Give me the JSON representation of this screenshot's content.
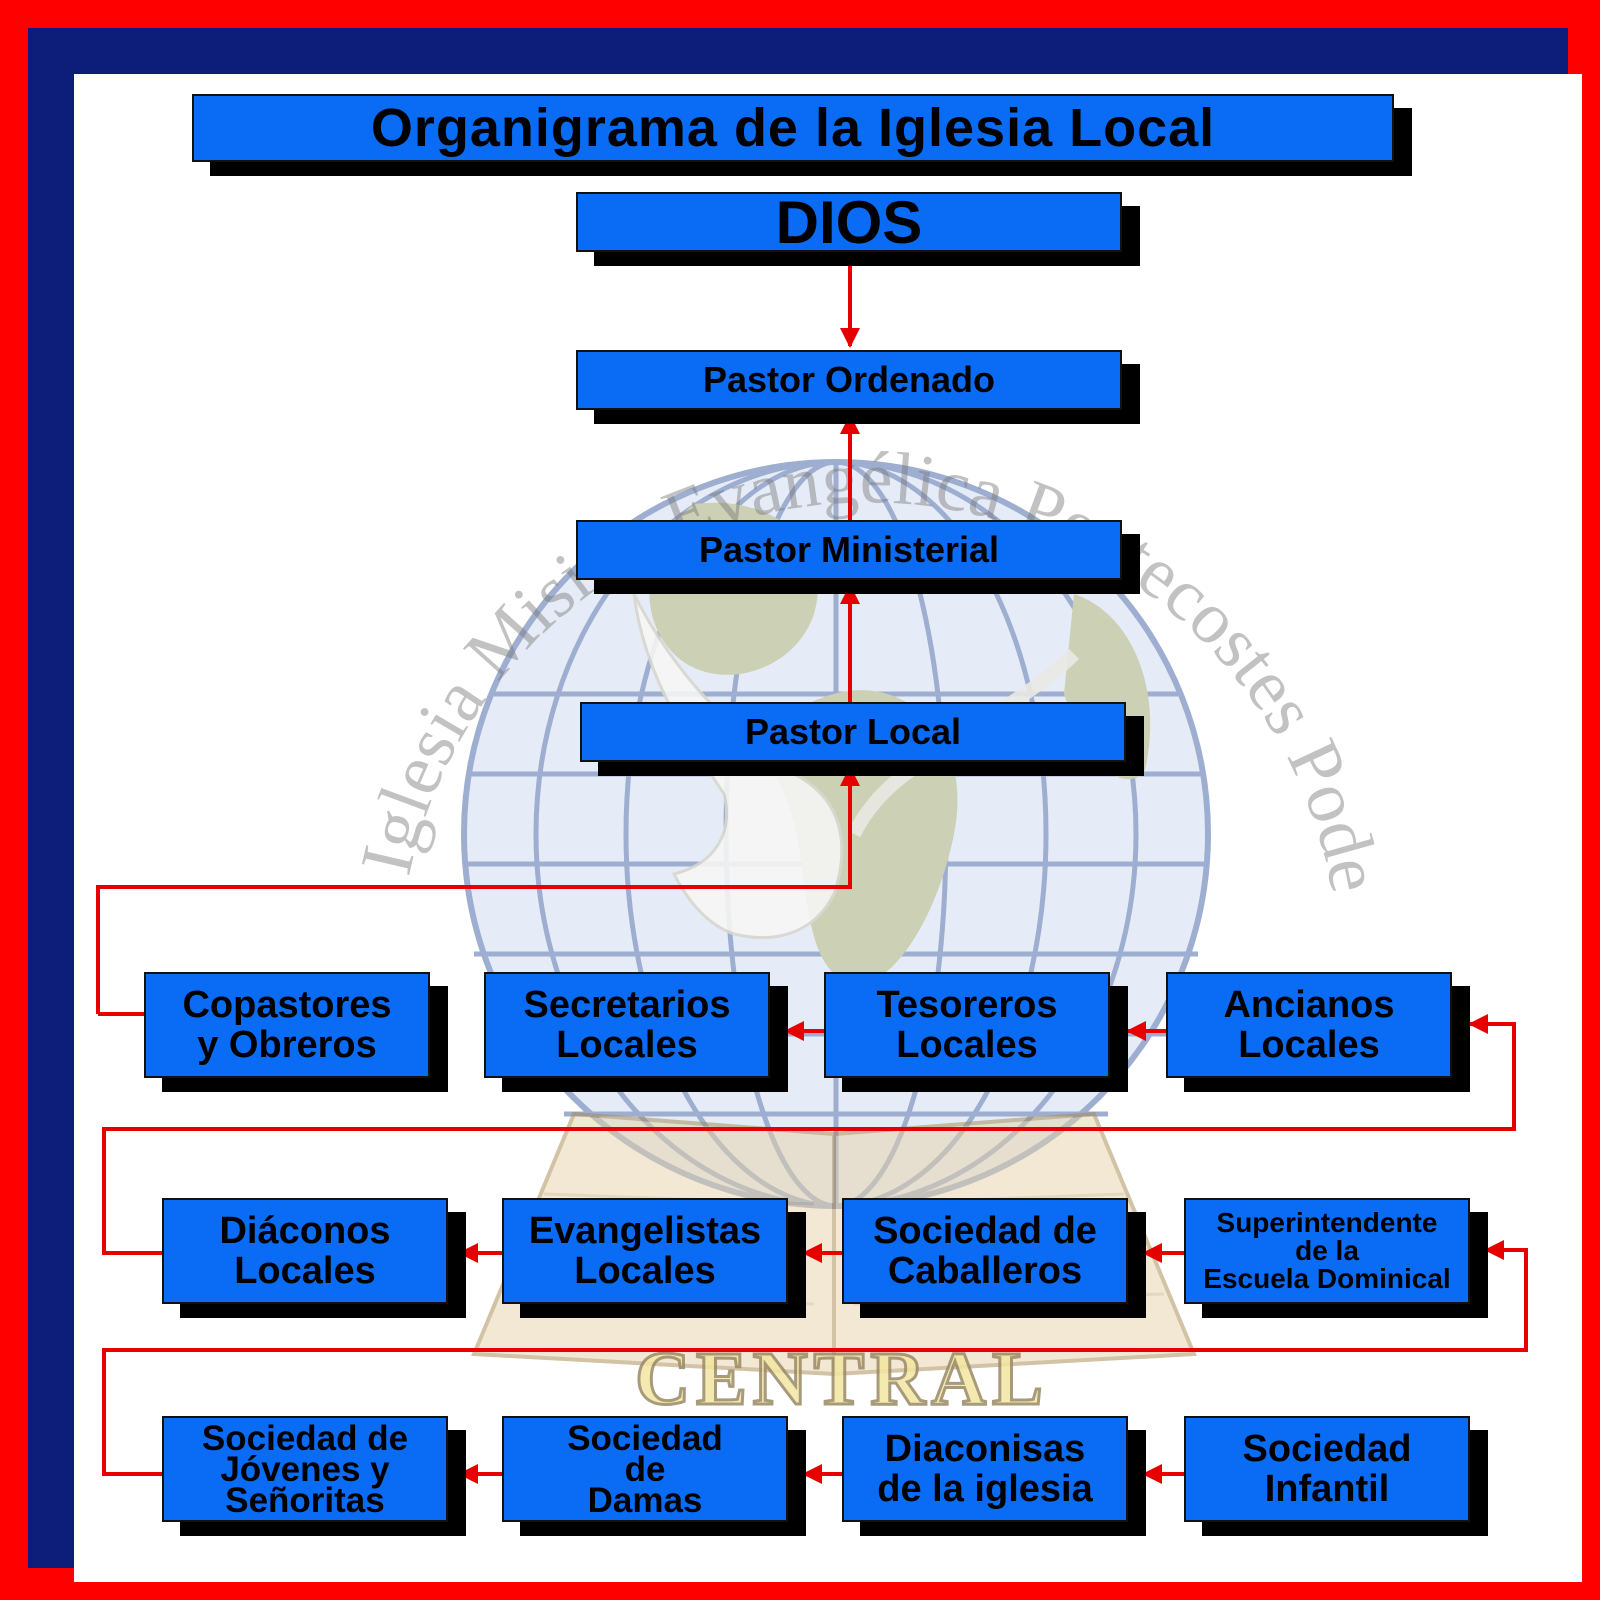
{
  "diagram": {
    "title": "Organigrama de la Iglesia Local",
    "watermark": {
      "arc_text": "Iglesia Misión Evangélica Pentecostes Poder y Fe",
      "banner": "CENTRAL"
    },
    "levels": {
      "dios": "DIOS",
      "pastor_ordenado": "Pastor Ordenado",
      "pastor_ministerial": "Pastor Ministerial",
      "pastor_local": "Pastor Local"
    },
    "row1": [
      "Copastores\ny Obreros",
      "Secretarios\nLocales",
      "Tesoreros\nLocales",
      "Ancianos\nLocales"
    ],
    "row2": [
      "Diáconos\nLocales",
      "Evangelistas\nLocales",
      "Sociedad de\nCaballeros",
      "Superintendente\nde la\nEscuela Dominical"
    ],
    "row3": [
      "Sociedad de\nJóvenes y\nSeñoritas",
      "Sociedad\nde\nDamas",
      "Diaconisas\nde la iglesia",
      "Sociedad\nInfantil"
    ],
    "colors": {
      "box_fill": "#0a6cf5",
      "connector": "#e60000",
      "outer_border": "#fe0000",
      "inner_border": "#0d1e7a"
    }
  }
}
